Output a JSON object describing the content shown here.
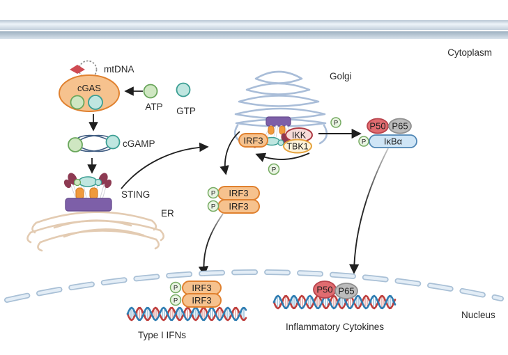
{
  "labels": {
    "cytoplasm": "Cytoplasm",
    "nucleus": "Nucleus",
    "mtdna": "mtDNA",
    "cgas": "cGAS",
    "atp": "ATP",
    "gtp": "GTP",
    "cgamp": "cGAMP",
    "sting": "STING",
    "er": "ER",
    "golgi": "Golgi",
    "irf3": "IRF3",
    "ikk": "IKK",
    "tbk1": "TBK1",
    "p": "P",
    "p50": "P50",
    "p65": "P65",
    "ikba": "IκBα",
    "type_i_ifns": "Type I IFNs",
    "inflammatory_cytokines": "Inflammatory Cytokines"
  },
  "colors": {
    "orange_fill": "#f6c28e",
    "orange_stroke": "#e0812f",
    "green_fill": "#cfe7c2",
    "green_stroke": "#69a65b",
    "teal_fill": "#bfe6e0",
    "teal_stroke": "#3b9e93",
    "purple": "#7d5fa8",
    "maroon": "#8d3a52",
    "p50_fill": "#e06c70",
    "p65_fill": "#bcbcbc",
    "ikba_fill": "#cfe5f6",
    "golgi_stroke": "#a9bdd8",
    "er_stroke": "#e3cbb2",
    "membrane_edge": "#a3b4c3",
    "dna_red": "#bf3f3d",
    "dna_blue": "#2f7db2",
    "arrow": "#1f1f1f"
  }
}
